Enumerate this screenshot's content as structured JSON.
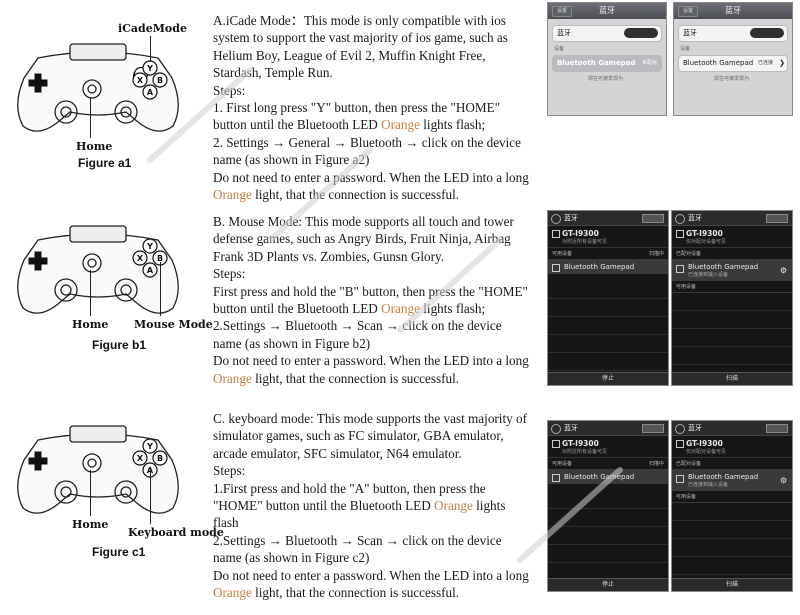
{
  "figures": {
    "a1": {
      "caption": "Figure a1",
      "labels": {
        "top": "iCadeMode",
        "home": "Home"
      }
    },
    "b1": {
      "caption": "Figure b1",
      "labels": {
        "home": "Home",
        "mode": "Mouse Mode"
      }
    },
    "c1": {
      "caption": "Figure c1",
      "labels": {
        "home": "Home",
        "mode": "Keyboard mode"
      }
    },
    "buttons": {
      "x": "X",
      "y": "Y",
      "a": "A",
      "b": "B"
    }
  },
  "sections": {
    "a": {
      "intro": "A.iCade Mode：This mode is only compatible with ios system to support the vast majority of ios game, such as Helium Boy, League of Evil 2, Muffin Knight Free, Stardash, Temple Run.",
      "steps_label": " Steps:",
      "step1": "1. First long press \"Y\" button, then press the \"HOME\" button until the Bluetooth LED ",
      "step1_orange": "Orange",
      "step1_end": " lights flash;",
      "step2": "2. Settings → General → Bluetooth → click on the device name (as shown in Figure a2)",
      "note_start": " Do not need to enter a password. When the LED into a long ",
      "note_orange": "Orange",
      "note_end": " light, that the connection is successful."
    },
    "b": {
      "intro": "B. Mouse Mode: This mode supports all touch and tower defense games, such as Angry Birds, Fruit Ninja, Airbag Frank 3D Plants vs. Zombies, Gunsn Glory.",
      "steps_label": " Steps:",
      "step1": "First press and hold the \"B\" button, then press the \"HOME\" button until the Bluetooth LED ",
      "step1_orange": "Orange",
      "step1_end": " lights flash;",
      "step2": "2.Settings → Bluetooth → Scan → click on the device name (as shown in Figure b2)",
      "note_start": " Do not need to enter a password. When the LED into a long ",
      "note_orange": "Orange",
      "note_end": " light, that the connection is successful."
    },
    "c": {
      "intro": "C. keyboard mode: This mode supports the vast majority of simulator games, such as FC simulator, GBA emulator, arcade emulator, SFC simulator, N64 emulator.",
      "steps_label": " Steps:",
      "step1": "1.First press and hold the \"A\" button, then press the \"HOME\" button until the Bluetooth LED ",
      "step1_orange": "Orange",
      "step1_end": " lights flash",
      "step2": "2.Settings → Bluetooth → Scan → click on the device name (as shown in Figure c2)",
      "note_start": " Do not need to enter a password. When the LED into a long ",
      "note_orange": "Orange",
      "note_end": " light, that the connection is successful."
    }
  },
  "screens": {
    "ios": {
      "back": "设置",
      "title": "蓝牙",
      "bluetooth_row": "蓝牙",
      "devices_label": "设备",
      "device": "Bluetooth Gamepad",
      "status_left": "未配对",
      "status_right": "已连接",
      "hint": "现在可被发现为"
    },
    "android": {
      "title": "蓝牙",
      "phone_name": "GT-I9300",
      "phone_sub_left": "对附近所有设备可见",
      "phone_sub_right": "仅对配对设备可见",
      "available": "可用设备",
      "paired": "已配对设备",
      "scanning": "扫描中",
      "device": "Bluetooth Gamepad",
      "device_sub": "已连接到输入设备",
      "stop": "停止",
      "scan": "扫描"
    }
  },
  "colors": {
    "orange": "#c8804a"
  }
}
